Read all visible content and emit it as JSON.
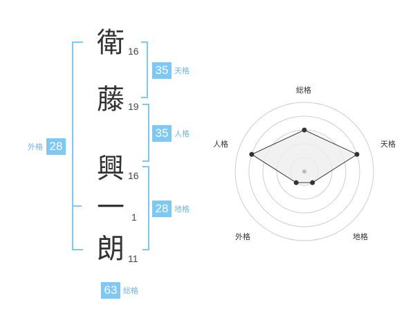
{
  "characters": [
    {
      "char": "衛",
      "strokes": "16"
    },
    {
      "char": "藤",
      "strokes": "19"
    },
    {
      "char": "興",
      "strokes": "16"
    },
    {
      "char": "一",
      "strokes": "1"
    },
    {
      "char": "朗",
      "strokes": "11"
    }
  ],
  "scores": {
    "tenkaku": {
      "value": "35",
      "label": "天格"
    },
    "jinkaku": {
      "value": "35",
      "label": "人格"
    },
    "chikaku": {
      "value": "28",
      "label": "地格"
    },
    "gaikaku": {
      "value": "28",
      "label": "外格"
    },
    "soukaku": {
      "value": "63",
      "label": "総格"
    }
  },
  "chart_data": {
    "type": "radar",
    "axes": [
      "総格",
      "天格",
      "地格",
      "外格",
      "人格"
    ],
    "values": [
      3,
      4,
      1,
      1,
      4
    ],
    "rmax": 5,
    "grid_rings": 5,
    "colors": {
      "fill": "#eeeeee",
      "line": "#333333",
      "grid": "#cccccc",
      "center": "#bbbbbb"
    }
  }
}
